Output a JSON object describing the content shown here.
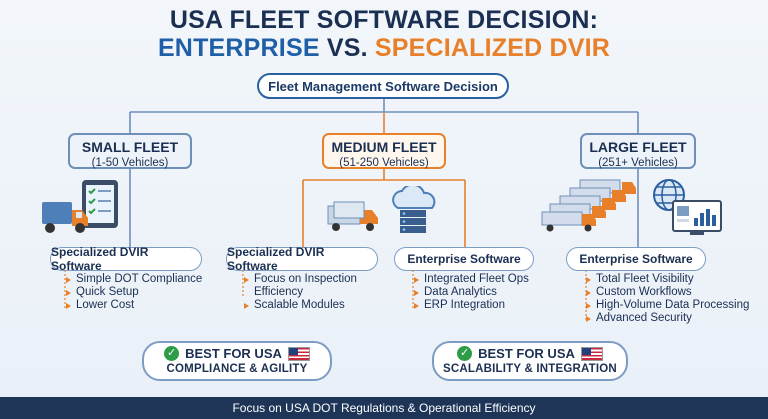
{
  "title": {
    "line1": "USA FLEET SOFTWARE DECISION:",
    "line2_a": "ENTERPRISE",
    "line2_b": " VS. ",
    "line2_c": "SPECIALIZED DVIR"
  },
  "root": {
    "label": "Fleet Management Software Decision"
  },
  "fleets": [
    {
      "name": "SMALL FLEET",
      "range": "(1-50 Vehicles)"
    },
    {
      "name": "MEDIUM FLEET",
      "range": "(51-250 Vehicles)"
    },
    {
      "name": "LARGE FLEET",
      "range": "(251+ Vehicles)"
    }
  ],
  "software": [
    {
      "label": "Specialized DVIR Software",
      "features": [
        "Simple DOT Compliance",
        "Quick Setup",
        "Lower Cost"
      ]
    },
    {
      "label": "Specialized DVIR Software",
      "features": [
        "Focus on Inspection Efficiency",
        "Scalable Modules"
      ]
    },
    {
      "label": "Enterprise Software",
      "features": [
        "Integrated Fleet Ops",
        "Data Analytics",
        "ERP Integration"
      ]
    },
    {
      "label": "Enterprise Software",
      "features": [
        "Total Fleet Visibility",
        "Custom Workflows",
        "High-Volume Data Processing",
        "Advanced Security"
      ]
    }
  ],
  "best": [
    {
      "top": "BEST FOR USA",
      "bottom": "COMPLIANCE & AGILITY"
    },
    {
      "top": "BEST FOR USA",
      "bottom": "SCALABILITY & INTEGRATION"
    }
  ],
  "footer": {
    "text": "Focus on USA DOT Regulations & Operational Efficiency"
  },
  "colors": {
    "navy": "#1b2f52",
    "blue": "#1f5fa8",
    "orange": "#e8802a",
    "green": "#2e9b46"
  },
  "icons": [
    "truck-icon",
    "tablet-checklist-icon",
    "cloud-server-icon",
    "truck-fleet-icon",
    "globe-icon",
    "dashboard-icon",
    "check-icon",
    "us-flag-icon"
  ]
}
